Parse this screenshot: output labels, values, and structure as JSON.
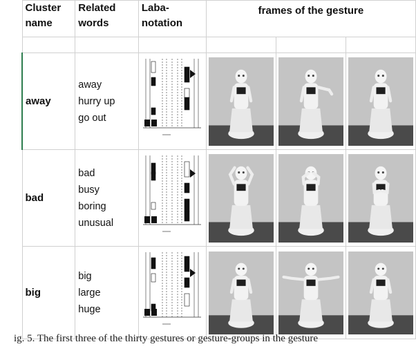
{
  "headers": {
    "cluster_name": [
      "Cluster",
      "name"
    ],
    "related_words": [
      "Related",
      "words"
    ],
    "laban": [
      "Laba-",
      "notation"
    ],
    "frames": "frames of the gesture"
  },
  "rows": [
    {
      "name": "away",
      "words": [
        "away",
        "hurry up",
        "go out"
      ]
    },
    {
      "name": "bad",
      "words": [
        "bad",
        "busy",
        "boring",
        "unusual"
      ]
    },
    {
      "name": "big",
      "words": [
        "big",
        "large",
        "huge"
      ]
    }
  ],
  "caption": "ig. 5. The first three of the thirty gestures or gesture-groups in the gesture"
}
